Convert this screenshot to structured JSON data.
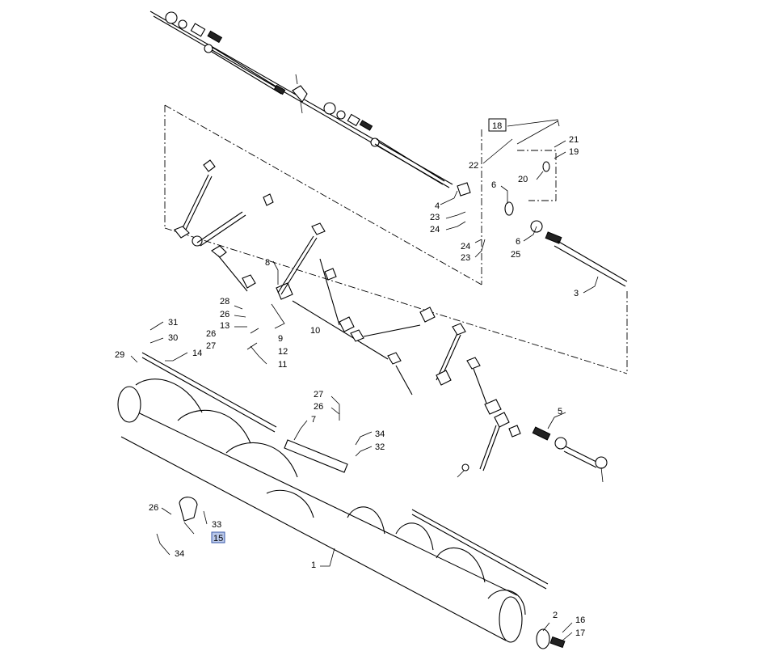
{
  "labels": {
    "l1": "1",
    "l2": "2",
    "l3": "3",
    "l4": "4",
    "l5": "5",
    "l6a": "6",
    "l6b": "6",
    "l7": "7",
    "l8": "8",
    "l9": "9",
    "l10": "10",
    "l11": "11",
    "l12": "12",
    "l13": "13",
    "l14": "14",
    "l15": "15",
    "l16": "16",
    "l17": "17",
    "l18": "18",
    "l19": "19",
    "l20": "20",
    "l21": "21",
    "l22": "22",
    "l23a": "23",
    "l23b": "23",
    "l24a": "24",
    "l24b": "24",
    "l25": "25",
    "l26a": "26",
    "l26b": "26",
    "l26c": "26",
    "l26d": "26",
    "l27a": "27",
    "l27b": "27",
    "l28": "28",
    "l29": "29",
    "l30": "30",
    "l31": "31",
    "l32": "32",
    "l33": "33",
    "l34a": "34",
    "l34b": "34"
  },
  "highlight": {
    "part": "15",
    "color": "#b9c8ea"
  }
}
